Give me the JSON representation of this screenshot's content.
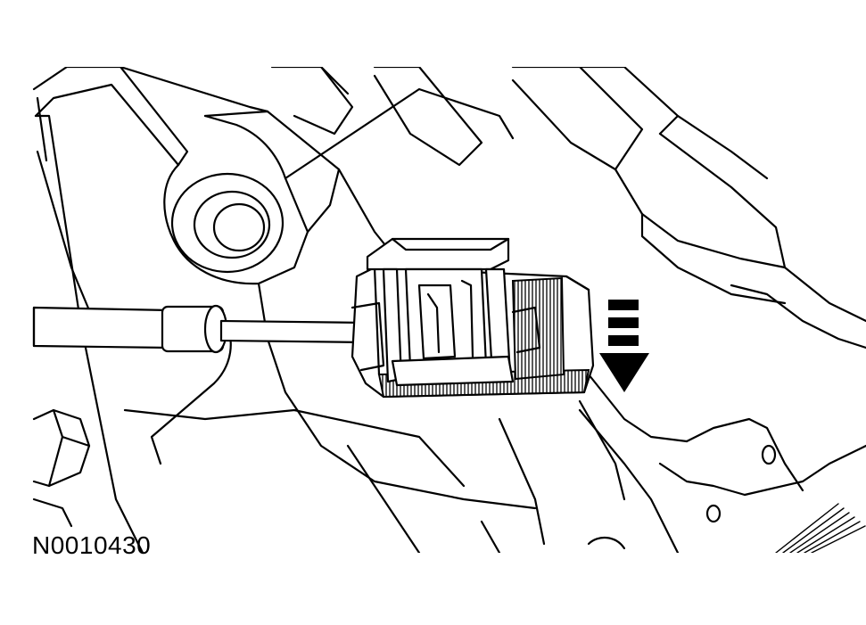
{
  "figure": {
    "id_label": "N0010430"
  },
  "arrow": {
    "direction": "down",
    "style": "dashed"
  },
  "colors": {
    "line": "#000000",
    "background": "#ffffff"
  }
}
